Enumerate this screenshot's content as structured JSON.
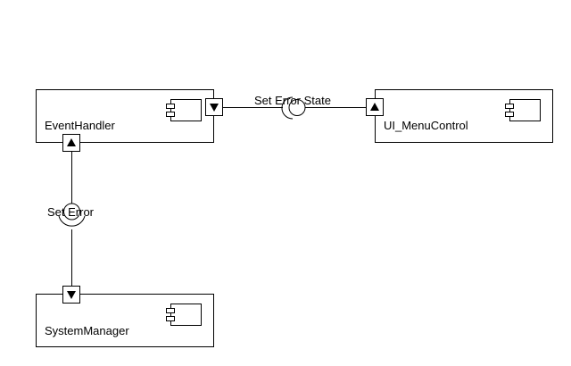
{
  "components": {
    "event_handler": {
      "name": "EventHandler"
    },
    "ui_menu_control": {
      "name": "UI_MenuControl"
    },
    "system_manager": {
      "name": "SystemManager"
    }
  },
  "connections": {
    "set_error_state": {
      "label": "Set Error State"
    },
    "set_error": {
      "label": "Set Error"
    }
  }
}
